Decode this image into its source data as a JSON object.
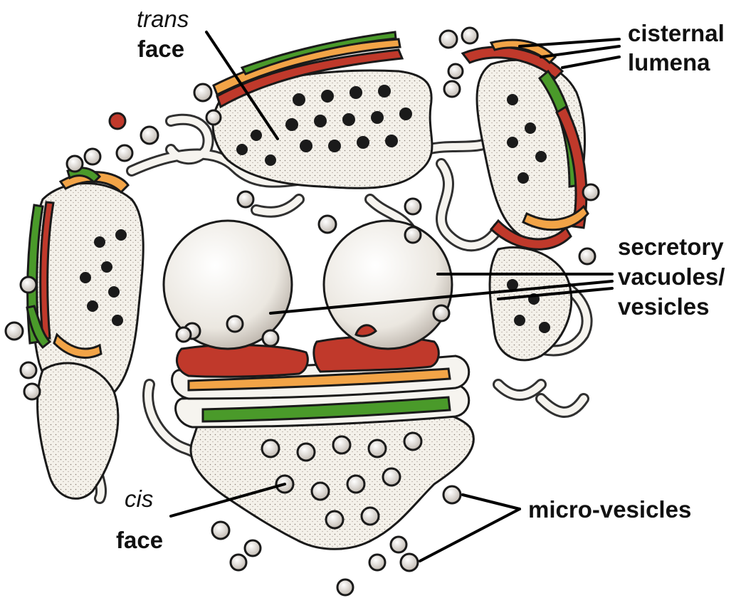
{
  "labels": {
    "trans_face": {
      "italic": "trans",
      "text": "face"
    },
    "cisternal_lumena": {
      "line1": "cisternal",
      "line2": "lumena"
    },
    "secretory": {
      "line1": "secretory",
      "line2": "vacuoles/",
      "line3": "vesicles"
    },
    "micro_vesicles": {
      "text": "micro-vesicles"
    },
    "cis_face": {
      "italic": "cis",
      "text": "face"
    }
  },
  "colors": {
    "red": "#c0392b",
    "orange": "#f2a447",
    "green": "#4a9a2a",
    "membrane": "#f6f4ef",
    "ink": "#1a1a1a"
  }
}
